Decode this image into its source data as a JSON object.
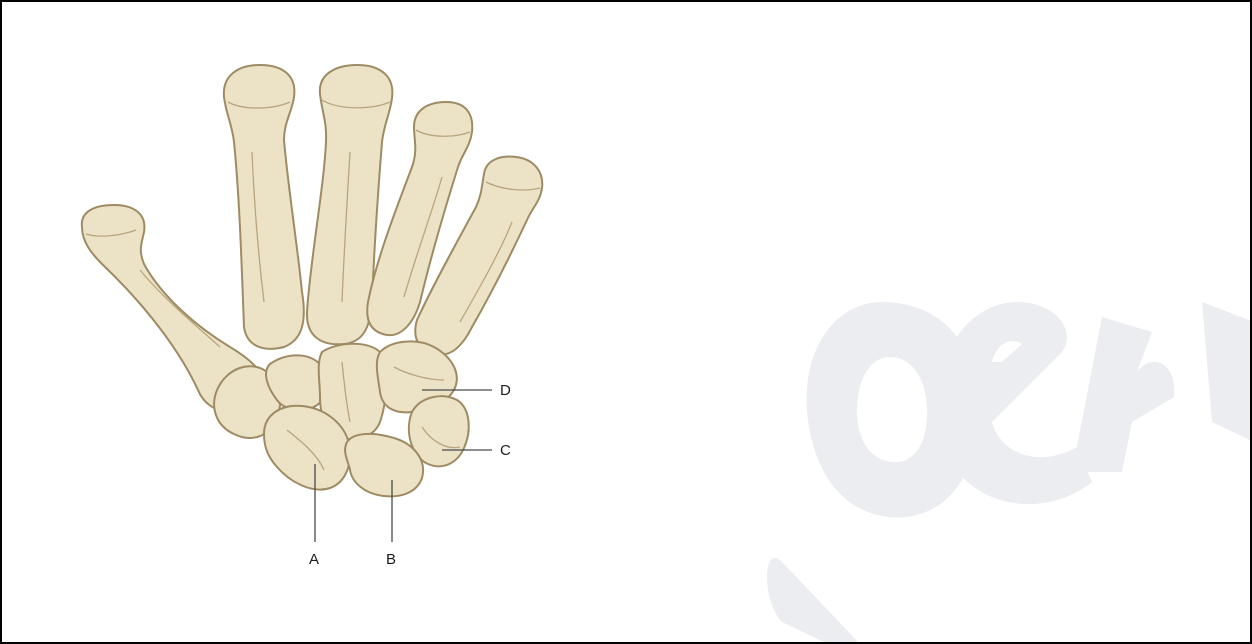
{
  "labels": {
    "a": "A",
    "b": "B",
    "c": "C",
    "d": "D"
  },
  "colors": {
    "bone_fill": "#ece3c7",
    "bone_shade": "#e3d7b3",
    "bone_stroke": "#9e8b63",
    "bone_detail": "#b8a57d",
    "leader_line": "#4a4a4a",
    "label_text": "#1c1c1c",
    "watermark": "#ecedf1",
    "frame_border": "#000000"
  },
  "icons": {
    "watermark": "watermark-shape"
  }
}
